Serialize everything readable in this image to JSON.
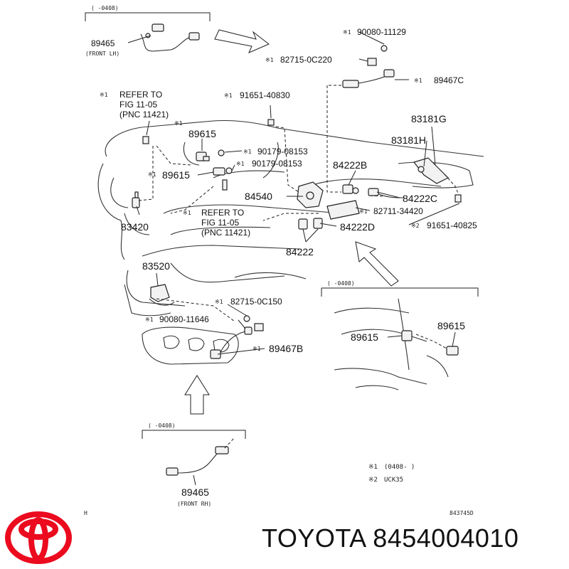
{
  "brand": {
    "name": "TOYOTA",
    "part_number": "8454004010",
    "logo_color": "#eb0a1e"
  },
  "diagram": {
    "id": "843745D",
    "corner_mark": "H",
    "brackets": {
      "top_left": "(    -0408)",
      "right": "(    -0408)",
      "bottom": "(    -0408)"
    },
    "labels": {
      "p89465_lh": "89465",
      "front_lh": "(FRONT LH)",
      "p90080_11129": "90080-11129",
      "p82715_0c220": "82715-0C220",
      "p89467c": "89467C",
      "refer1_a": "REFER TO",
      "refer1_b": "FIG 11-05",
      "refer1_c": "(PNC 11421)",
      "p91651_40830": "91651-40830",
      "p89615_a": "89615",
      "p90179_08153_a": "90179-08153",
      "p90179_08153_b": "90179-08153",
      "p89615_b": "89615",
      "p83181g": "83181G",
      "p83181h": "83181H",
      "p84222b": "84222B",
      "p84540": "84540",
      "p84222c": "84222C",
      "p82711_34420": "82711-34420",
      "p83420": "83420",
      "refer2_a": "REFER TO",
      "refer2_b": "FIG 11-05",
      "refer2_c": "(PNC 11421)",
      "p91651_40825": "91651-40825",
      "p84222d": "84222D",
      "p84222": "84222",
      "p83520": "83520",
      "p82715_0c150": "82715-0C150",
      "p90080_11646": "90080-11646",
      "p89467b": "89467B",
      "p89615_c": "89615",
      "p89615_d": "89615",
      "p89465_rh": "89465",
      "front_rh": "(FRONT RH)"
    },
    "marks": {
      "m1": "※1",
      "m2": "※2"
    },
    "notes": [
      {
        "mark": "※1",
        "text": "(0408-      )"
      },
      {
        "mark": "※2",
        "text": "UCK35"
      }
    ]
  }
}
